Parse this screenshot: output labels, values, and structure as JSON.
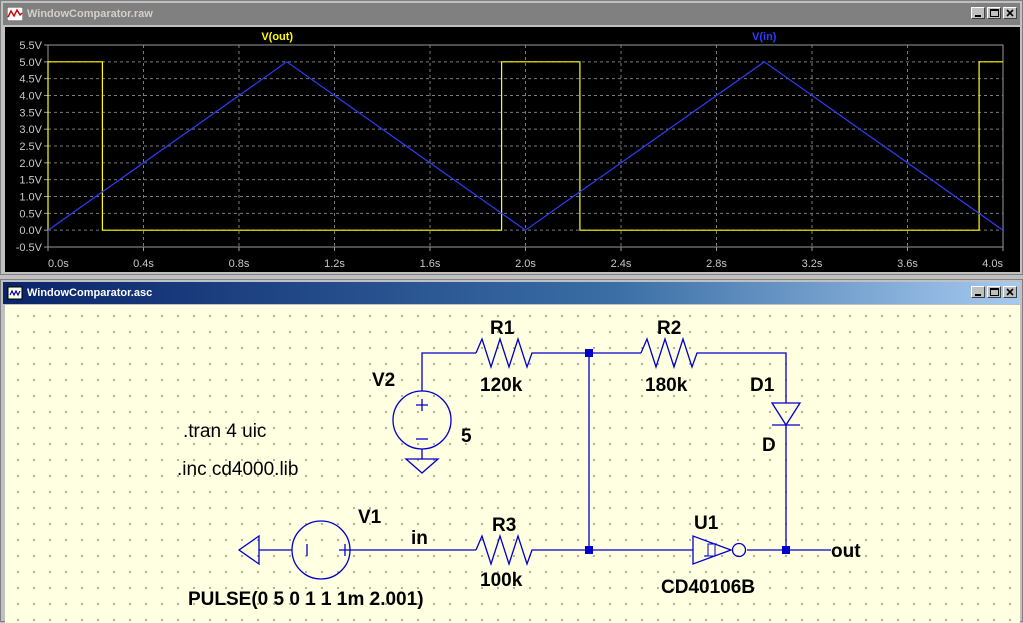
{
  "plot_window": {
    "title": "WindowComparator.raw"
  },
  "schematic_window": {
    "title": "WindowComparator.asc"
  },
  "colors": {
    "vout": "#ffff00",
    "vin": "#2e3cff",
    "plot_bg": "#000000",
    "schematic_bg": "#ffffe1",
    "wire": "#0000cc",
    "component": "#0000cc"
  },
  "chart_data": {
    "type": "line",
    "series": [
      {
        "name": "V(out)",
        "color": "#ffff00",
        "x": [
          0.0,
          0.0,
          0.228,
          0.228,
          1.9,
          1.9,
          2.228,
          2.228,
          3.9,
          3.9,
          4.0
        ],
        "y": [
          0.0,
          5.0,
          5.0,
          0.0,
          0.0,
          5.0,
          5.0,
          0.0,
          0.0,
          5.0,
          5.0
        ]
      },
      {
        "name": "V(in)",
        "color": "#2e3cff",
        "x": [
          0.0,
          1.0,
          2.0,
          3.0,
          4.0
        ],
        "y": [
          0.0,
          5.0,
          0.0,
          5.0,
          0.0
        ]
      }
    ],
    "xlim": [
      0,
      4.0
    ],
    "ylim": [
      -0.5,
      5.5
    ],
    "x_ticks": [
      "0.0s",
      "0.4s",
      "0.8s",
      "1.2s",
      "1.6s",
      "2.0s",
      "2.4s",
      "2.8s",
      "3.2s",
      "3.6s",
      "4.0s"
    ],
    "y_ticks": [
      "5.5V",
      "5.0V",
      "4.5V",
      "4.0V",
      "3.5V",
      "3.0V",
      "2.5V",
      "2.0V",
      "1.5V",
      "1.0V",
      "0.5V",
      "0.0V",
      "-0.5V"
    ],
    "grid": true,
    "legend": "top, labels above each trace"
  },
  "schematic": {
    "directives": [
      ".tran 4 uic",
      ".inc cd4000.lib"
    ],
    "components": {
      "R1": {
        "name": "R1",
        "value": "120k"
      },
      "R2": {
        "name": "R2",
        "value": "180k"
      },
      "R3": {
        "name": "R3",
        "value": "100k"
      },
      "V1": {
        "name": "V1",
        "value": "PULSE(0 5 0 1 1 1m 2.001)"
      },
      "V2": {
        "name": "V2",
        "value": "5"
      },
      "D1": {
        "name": "D1",
        "value": "D"
      },
      "U1": {
        "name": "U1",
        "value": "CD40106B"
      }
    },
    "net_labels": {
      "in": "in",
      "out": "out"
    }
  }
}
